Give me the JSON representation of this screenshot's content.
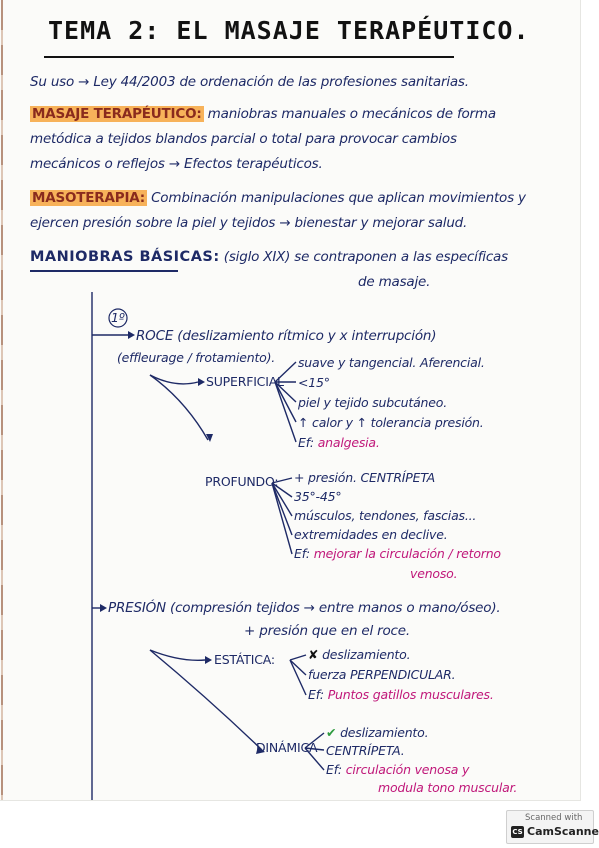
{
  "title": "TEMA 2: EL MASAJE TERAPÉUTICO.",
  "intro": "Su uso → Ley 44/2003 de ordenación de las profesiones sanitarias.",
  "def1": {
    "label": "MASAJE TERAPÉUTICO:",
    "line1": "maniobras manuales o mecánicos de forma",
    "line2": "metódica a tejidos blandos parcial o total para provocar cambios",
    "line3": "mecánicos o reflejos → Efectos terapéuticos."
  },
  "def2": {
    "label": "MASOTERAPIA:",
    "line1": "Combinación manipulaciones que aplican movimientos y",
    "line2": "ejercen presión sobre la piel y tejidos → bienestar y mejorar salud."
  },
  "maniobras": {
    "label": "MANIOBRAS BÁSICAS:",
    "line1": "(siglo XIX) se contraponen a las específicas",
    "line2": "de masaje."
  },
  "roce": {
    "num": "1º",
    "title": "ROCE (deslizamiento rítmico y x interrupción)",
    "subtitle": "(effleurage / frotamiento).",
    "superficial": {
      "label": "SUPERFICIAL",
      "items": [
        "suave y tangencial. Aferencial.",
        "<15°",
        "piel y tejido subcutáneo.",
        "↑ calor y ↑ tolerancia presión.",
        "Ef:"
      ],
      "effect": "analgesia."
    },
    "profundo": {
      "label": "PROFUNDO:",
      "items": [
        "+ presión. CENTRÍPETA",
        "35°-45°",
        "músculos, tendones, fascias...",
        "extremidades en declive.",
        "Ef:"
      ],
      "effect_line1": "mejorar la circulación / retorno",
      "effect_line2": "venoso."
    }
  },
  "presion": {
    "title": "PRESIÓN (compresión tejidos → entre manos o mano/óseo).",
    "subtitle": "+ presión que en el roce.",
    "estatica": {
      "label": "ESTÁTICA:",
      "mark": "✘",
      "items": [
        "deslizamiento.",
        "fuerza PERPENDICULAR.",
        "Ef:"
      ],
      "effect": "Puntos gatillos musculares."
    },
    "dinamica": {
      "label": "DINÁMICA",
      "mark": "✔",
      "items": [
        "deslizamiento.",
        "CENTRÍPETA.",
        "Ef:"
      ],
      "effect_line1": "circulación venosa y",
      "effect_line2": "modula tono muscular."
    }
  },
  "stamp": {
    "line1": "Scanned with",
    "line2": "CamScanner",
    "logo": "CS"
  }
}
